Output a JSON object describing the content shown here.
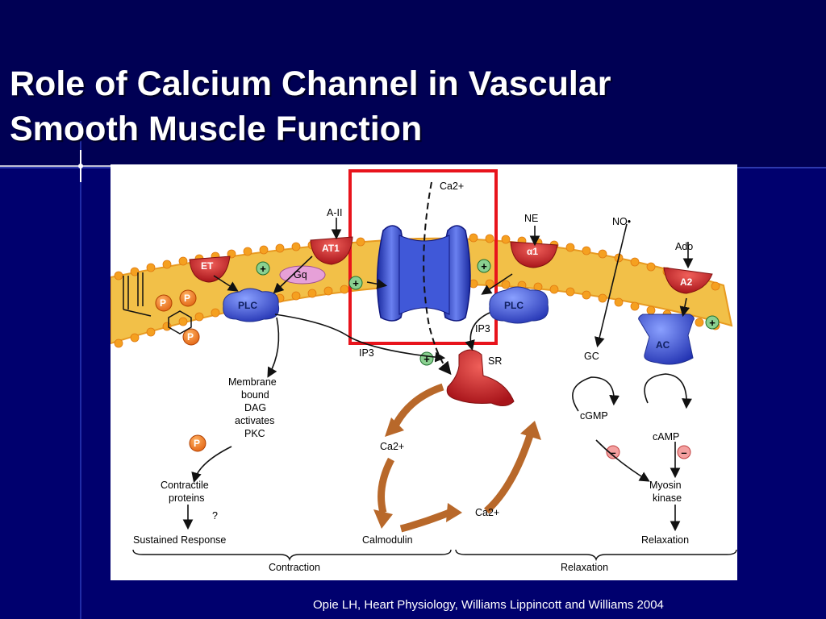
{
  "slide": {
    "title_line1": "Role of Calcium Channel in Vascular",
    "title_line2": "Smooth Muscle Function",
    "citation": "Opie LH,  Heart Physiology, Williams Lippincott and Williams 2004"
  },
  "colors": {
    "background": "#00006e",
    "highlight_box": "#e8141c",
    "receptor_red": "#c41c20",
    "channel_blue": "#2a40c8",
    "membrane_yellow": "#f2c048",
    "arrow_brown": "#b8682a"
  },
  "diagram": {
    "ca_top": "Ca2+",
    "a_ii": "A-II",
    "ne": "NE",
    "no": "NO•",
    "ado": "Ado",
    "et": "ET",
    "at1": "AT1",
    "alpha1": "α1",
    "a2": "A2",
    "gq": "Gq",
    "plc_left": "PLC",
    "plc_right": "PLC",
    "ac": "AC",
    "p1": "P",
    "p2": "P",
    "p3": "P",
    "p4": "P",
    "ip3_left": "IP3",
    "ip3_right": "IP3",
    "sr": "SR",
    "gc": "GC",
    "cgmp": "cGMP",
    "camp": "cAMP",
    "membrane_line1": "Membrane",
    "membrane_line2": "bound",
    "membrane_line3": "DAG",
    "membrane_line4": "activates",
    "membrane_line5": "PKC",
    "contractile_line1": "Contractile",
    "contractile_line2": "proteins",
    "question": "?",
    "sustained": "Sustained Response",
    "ca_mid": "Ca2+",
    "ca_lower": "Ca2+",
    "calmodulin": "Calmodulin",
    "myosin_line1": "Myosin",
    "myosin_line2": "kinase",
    "relaxation_right": "Relaxation",
    "plus": "+",
    "minus": "–",
    "footer_contraction": "Contraction",
    "footer_relaxation": "Relaxation"
  }
}
